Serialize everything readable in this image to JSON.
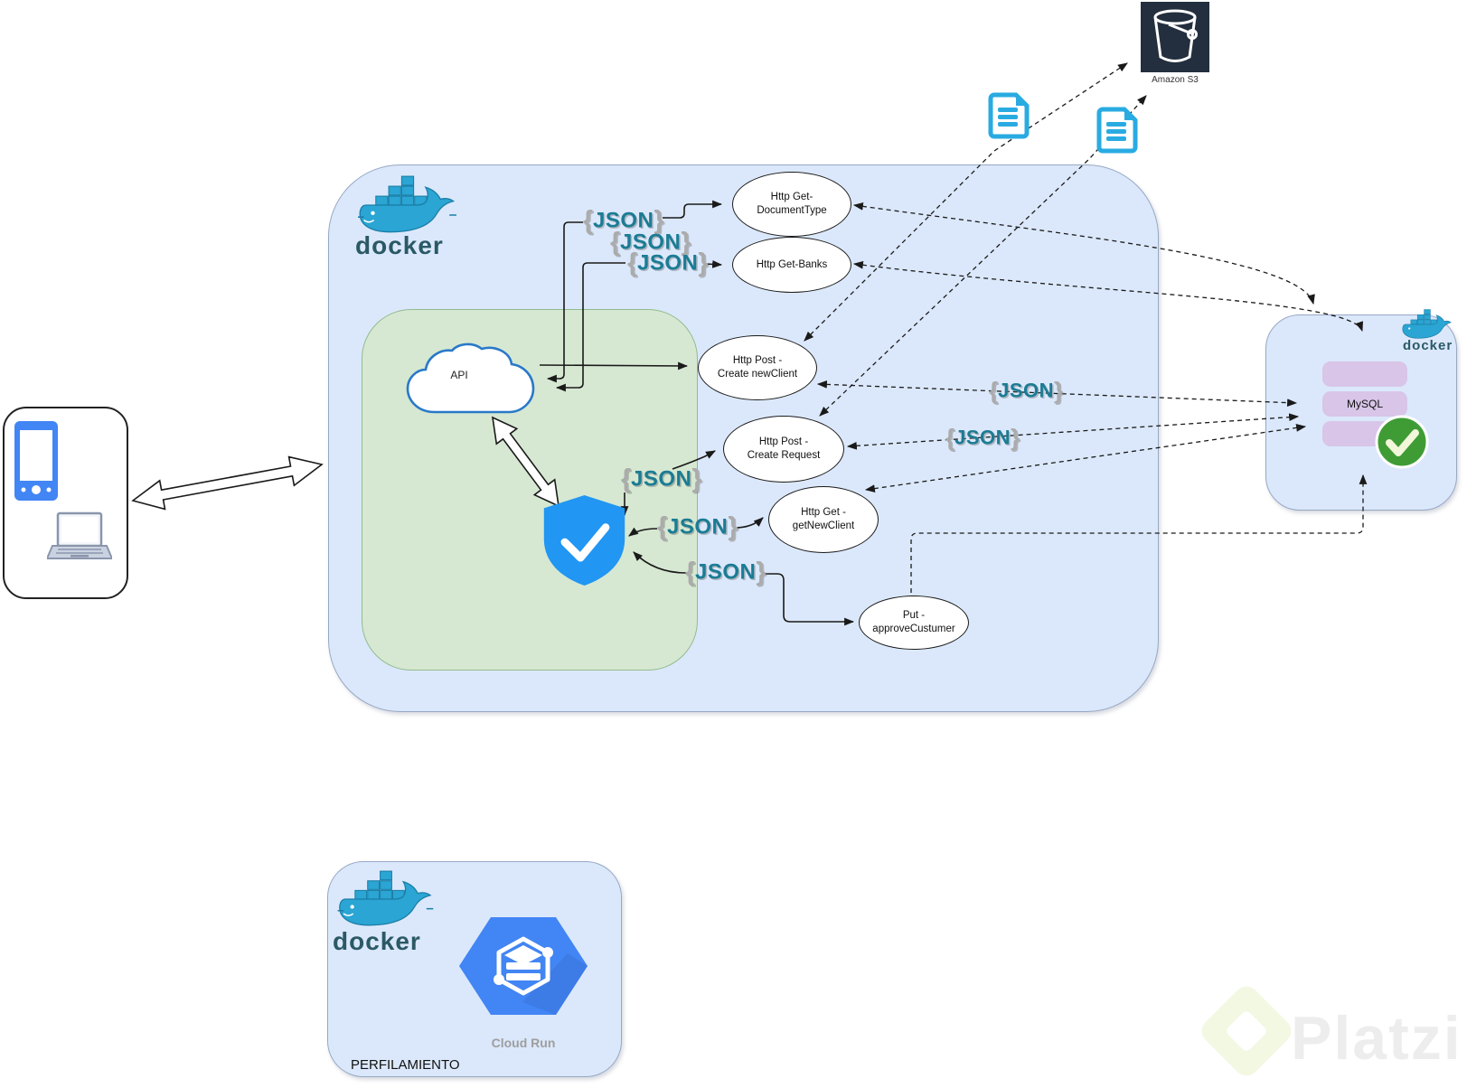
{
  "aws": {
    "label": "Amazon S3"
  },
  "docker": {
    "wordmark": "docker"
  },
  "api": {
    "label": "API"
  },
  "json_token": {
    "open": "{",
    "text": "JSON",
    "close": "}"
  },
  "endpoints": [
    {
      "line1": "Http Get-",
      "line2": "DocumentType"
    },
    {
      "line1": "Http Get-Banks",
      "line2": ""
    },
    {
      "line1": "Http Post -",
      "line2": "Create newClient"
    },
    {
      "line1": "Http Post -",
      "line2": "Create Request"
    },
    {
      "line1": "Http Get -",
      "line2": "getNewClient"
    },
    {
      "line1": "Put -",
      "line2": "approveCustumer"
    }
  ],
  "database": {
    "label": "MySQL"
  },
  "cloud_run": {
    "label": "Cloud Run"
  },
  "bottom_box": {
    "caption": "PERFILAMIENTO"
  },
  "watermark": {
    "brand": "Platzi"
  },
  "colors": {
    "box_blue": "#dbe8fb",
    "box_green": "#d6e8d2",
    "docker_teal": "#2aa5d4",
    "json_teal": "#1b7c94",
    "shield_blue": "#2196f3",
    "cloudrun_blue": "#4285f4",
    "s3_navy": "#232f3e",
    "db_purple": "#d8c5e8",
    "check_green": "#3f9c35"
  }
}
